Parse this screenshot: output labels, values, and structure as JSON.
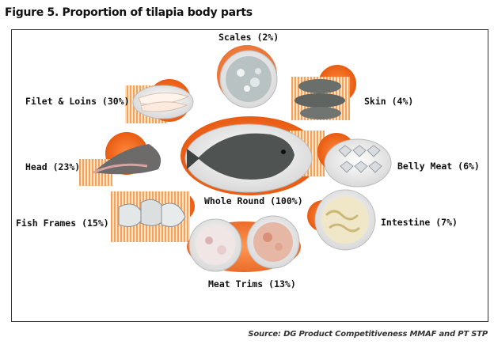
{
  "figure": {
    "title": "Figure 5.  Proportion of tilapia body parts",
    "source": "Source: DG Product Competitiveness MMAF  and PT STP"
  },
  "parts": {
    "scales": "Scales (2%)",
    "filet": "Filet & Loins (30%)",
    "skin": "Skin (4%)",
    "head": "Head (23%)",
    "belly": "Belly Meat (6%)",
    "whole": "Whole Round (100%)",
    "frames": "Fish Frames (15%)",
    "intestine": "Intestine (7%)",
    "trims": "Meat Trims (13%)"
  },
  "colors": {
    "accent_orange": "#f26a21",
    "stripe": "#f5a25a",
    "frame_border": "#333333"
  }
}
